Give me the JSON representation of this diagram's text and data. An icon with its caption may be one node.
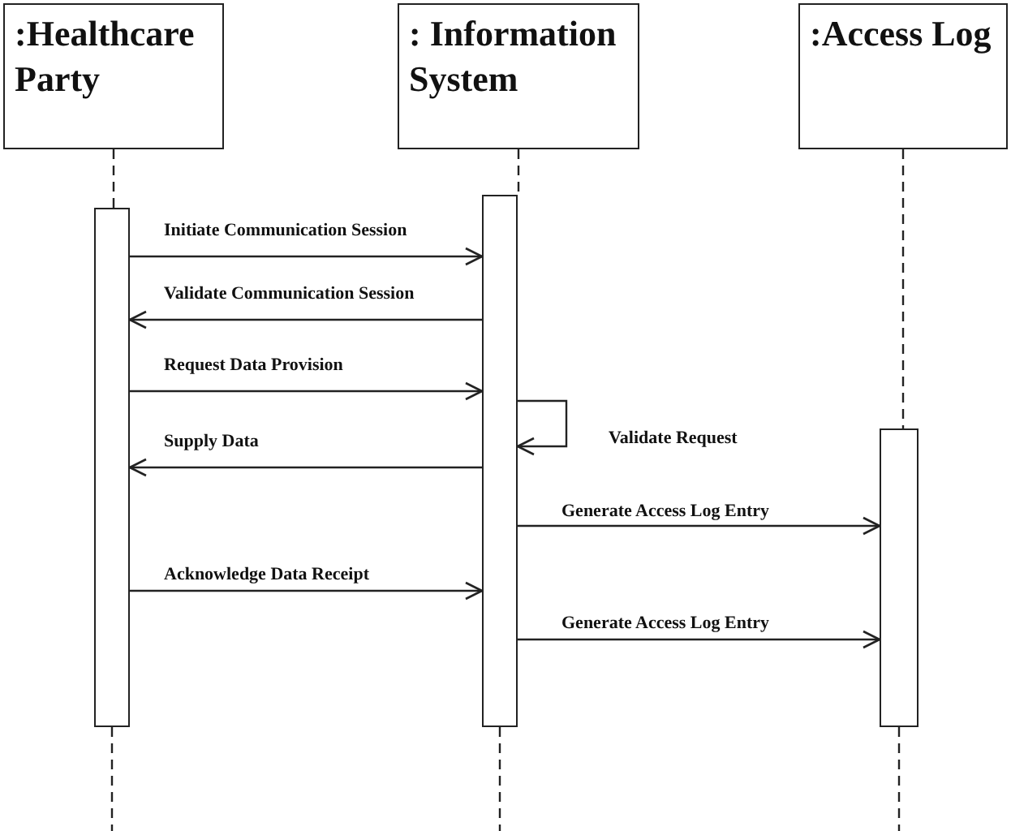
{
  "diagram": {
    "nodes": [
      {
        "text": [
          ":Healthcare Party"
        ]
      },
      {
        "text": [
          ": Information System"
        ]
      },
      {
        "text": [
          ":Access Log"
        ]
      },
      {
        "text": [],
        "shape": "bar"
      },
      {
        "text": [],
        "shape": "bar"
      },
      {
        "text": [],
        "shape": "bar"
      }
    ],
    "edges": [
      {
        "from": 0,
        "to": 3,
        "arrow": "none",
        "style": "dashed"
      },
      {
        "from": 1,
        "to": 4,
        "arrow": "none",
        "style": "dashed"
      },
      {
        "from": 2,
        "to": 5,
        "arrow": "none",
        "style": "dashed"
      },
      {
        "from": 3,
        "to": null,
        "arrow": "none",
        "style": "dashed"
      },
      {
        "from": 4,
        "to": null,
        "arrow": "none",
        "style": "dashed"
      },
      {
        "from": 5,
        "to": null,
        "arrow": "none",
        "style": "dashed"
      },
      {
        "from": 3,
        "to": 4,
        "arrow": "to",
        "label": "Initiate Communication Session"
      },
      {
        "from": 4,
        "to": 3,
        "arrow": "to",
        "label": "Validate Communication Session"
      },
      {
        "from": 3,
        "to": 4,
        "arrow": "to",
        "label": "Request Data Provision"
      },
      {
        "from": 4,
        "to": 3,
        "arrow": "to",
        "label": "Supply Data"
      },
      {
        "from": 4,
        "to": 4,
        "arrow": "to",
        "label": "Validate Request"
      },
      {
        "from": 4,
        "to": 5,
        "arrow": "to",
        "label": "Generate Access Log Entry"
      },
      {
        "from": 3,
        "to": 4,
        "arrow": "to",
        "label": "Acknowledge Data Receipt"
      },
      {
        "from": 4,
        "to": 5,
        "arrow": "to",
        "label": "Generate Access Log Entry"
      }
    ]
  }
}
